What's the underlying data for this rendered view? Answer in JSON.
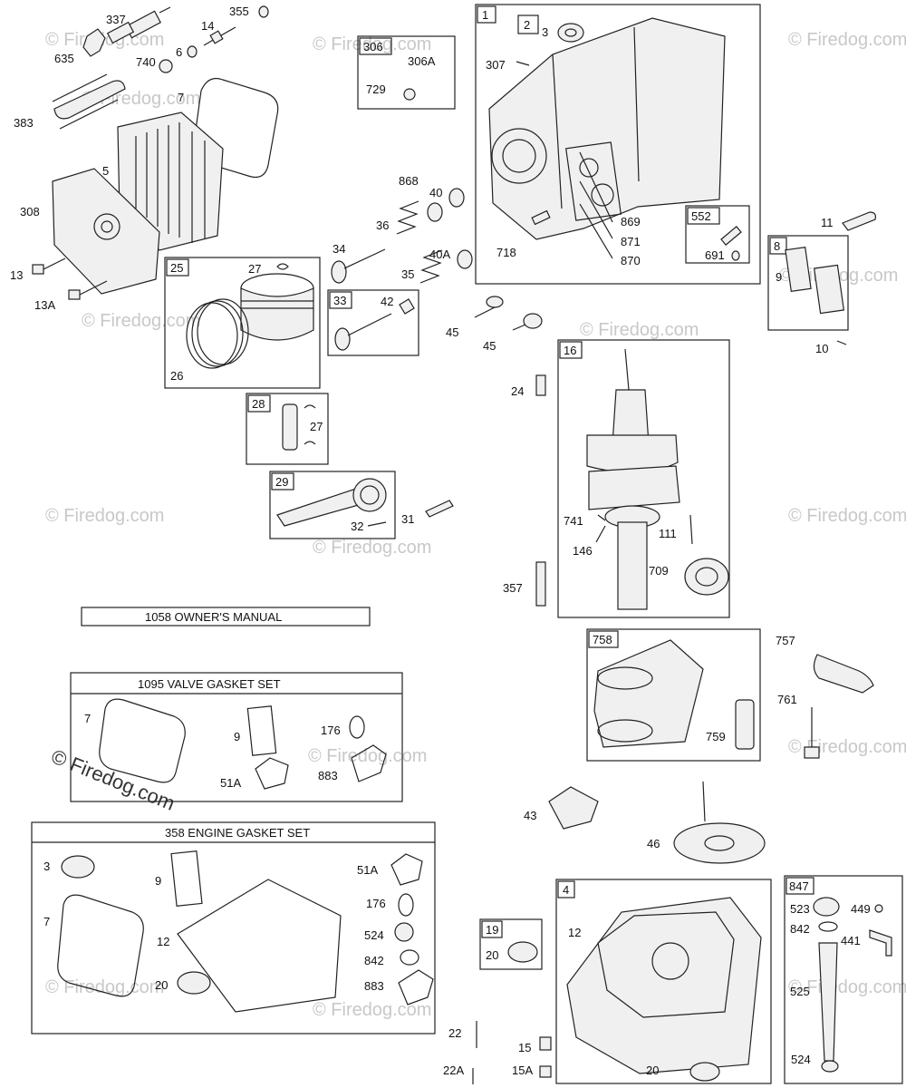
{
  "watermarks": {
    "text": "© Firedog.com",
    "main": "© Firedog.com"
  },
  "captions": {
    "owners_manual": "1058 OWNER'S  MANUAL",
    "valve_gasket_set": "1095 VALVE GASKET SET",
    "engine_gasket_set": "358 ENGINE  GASKET SET"
  },
  "box_tags": {
    "b1": "1",
    "b2": "2",
    "b306": "306",
    "b552": "552",
    "b8": "8",
    "b25": "25",
    "b33": "33",
    "b28": "28",
    "b29": "29",
    "b16": "16",
    "b758": "758",
    "b4": "4",
    "b19": "19",
    "b847": "847"
  },
  "labels": {
    "p337": "337",
    "p14": "14",
    "p355": "355",
    "p635": "635",
    "p740": "740",
    "p6": "6",
    "p7a": "7",
    "p383": "383",
    "p5": "5",
    "p308": "308",
    "p13": "13",
    "p13A": "13A",
    "p306A": "306A",
    "p729": "729",
    "p3a": "3",
    "p307": "307",
    "p869": "869",
    "p871": "871",
    "p870": "870",
    "p718": "718",
    "p691": "691",
    "p868": "868",
    "p40": "40",
    "p36": "36",
    "p34": "34",
    "p40A": "40A",
    "p35": "35",
    "p27a": "27",
    "p26": "26",
    "p42": "42",
    "p45a": "45",
    "p45b": "45",
    "p11": "11",
    "p9a": "9",
    "p10": "10",
    "p27b": "27",
    "p31": "31",
    "p32": "32",
    "p24": "24",
    "p741": "741",
    "p146": "146",
    "p111": "111",
    "p709": "709",
    "p357": "357",
    "p757": "757",
    "p761": "761",
    "p759": "759",
    "p7b": "7",
    "p9b": "9",
    "p51Aa": "51A",
    "p176a": "176",
    "p883a": "883",
    "p43": "43",
    "p46": "46",
    "p3b": "3",
    "p9c": "9",
    "p51Ab": "51A",
    "p7c": "7",
    "p12a": "12",
    "p176b": "176",
    "p524a": "524",
    "p842a": "842",
    "p20a": "20",
    "p883b": "883",
    "p20b": "20",
    "p12b": "12",
    "p22": "22",
    "p15": "15",
    "p22A": "22A",
    "p15A": "15A",
    "p20c": "20",
    "p523": "523",
    "p449": "449",
    "p842b": "842",
    "p441": "441",
    "p525": "525",
    "p524b": "524"
  }
}
